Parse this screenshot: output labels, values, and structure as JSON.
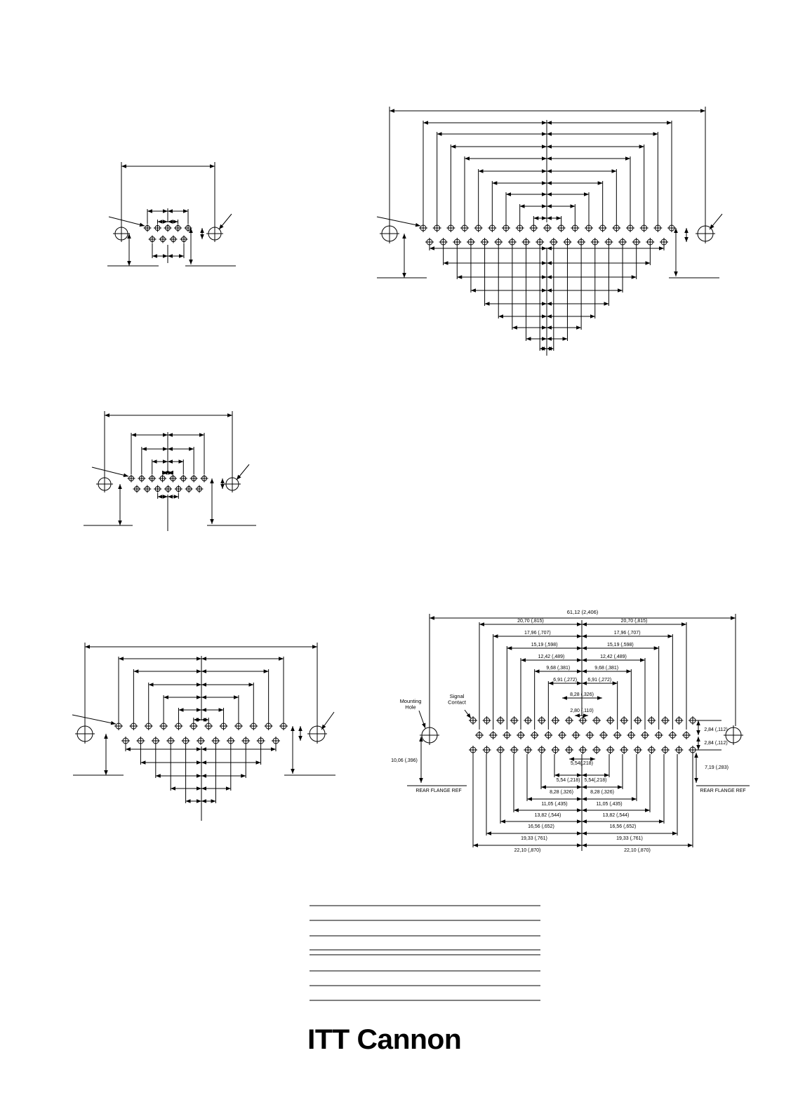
{
  "document": {
    "logo_text": "ITT Cannon"
  },
  "detail_labels": {
    "mounting_hole": "Mounting\nHole",
    "signal_contact": "Signal\nContact",
    "rear_flange_left": "REAR FLANGE REF",
    "rear_flange_right": "REAR FLANGE REF",
    "left_offset": "10,06 (,396)",
    "right_offset": "7,19 (,283)",
    "row_pitch_top": "2,84 (,112)",
    "row_pitch_bottom": "2,84 (,112)",
    "overall_width": "61,12 (2,406)",
    "top_dims": [
      "20,70 (,815)",
      "17,96 (,707)",
      "15,19 (,598)",
      "12,42 (,489)",
      "9,68 (,381)",
      "6,91 (,272)",
      "8,28 (,326)"
    ],
    "top_center": "2,80 (,110)",
    "mid_dims": [
      "5,54 (,218)",
      "8,28 (,326)",
      "11,05 (,435)",
      "13,82 (,544)",
      "16,56 (,652)",
      "19,33 (,761)",
      "22,10 (,870)"
    ],
    "mid_center": "5,54(,218)",
    "mid_pair_right": "5,54(,218)"
  },
  "table": {
    "rows": [
      "",
      "",
      "",
      "",
      "",
      "",
      ""
    ]
  }
}
